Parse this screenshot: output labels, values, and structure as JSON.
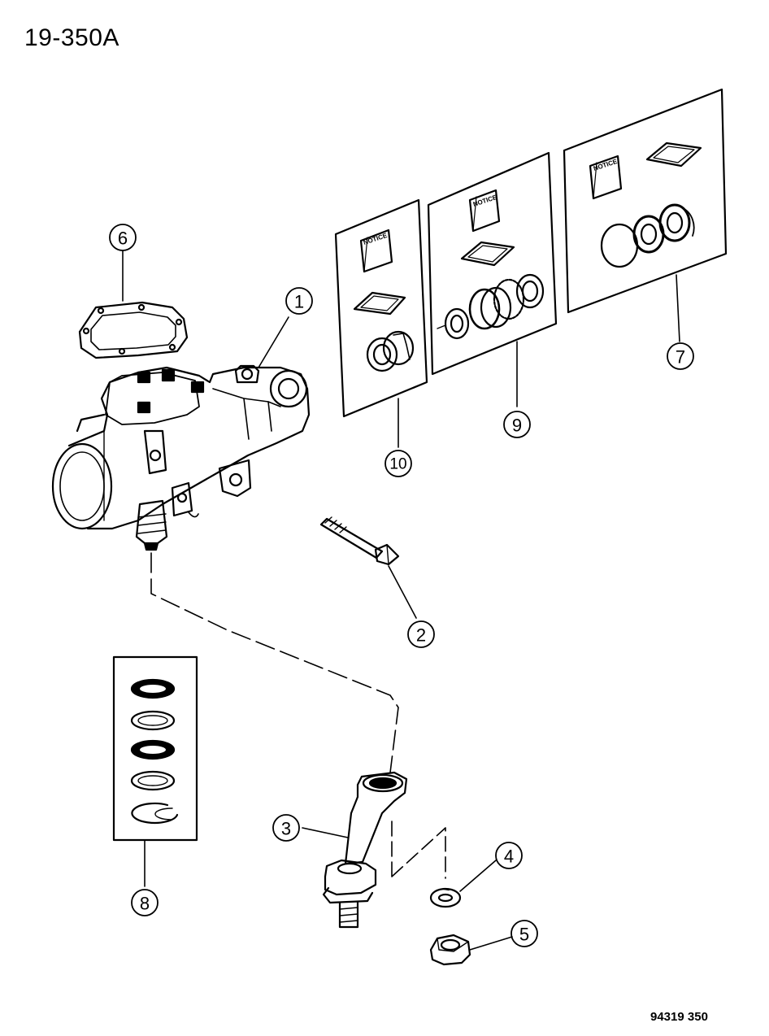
{
  "header": {
    "diagram_code": "19-350A"
  },
  "footer": {
    "drawing_number": "94319 350"
  },
  "callouts": [
    "1",
    "2",
    "3",
    "4",
    "5",
    "6",
    "7",
    "8",
    "9",
    "10"
  ],
  "kit_cards": {
    "notice_label": "NOTICE"
  },
  "colors": {
    "ink": "#000000",
    "paper": "#ffffff"
  }
}
